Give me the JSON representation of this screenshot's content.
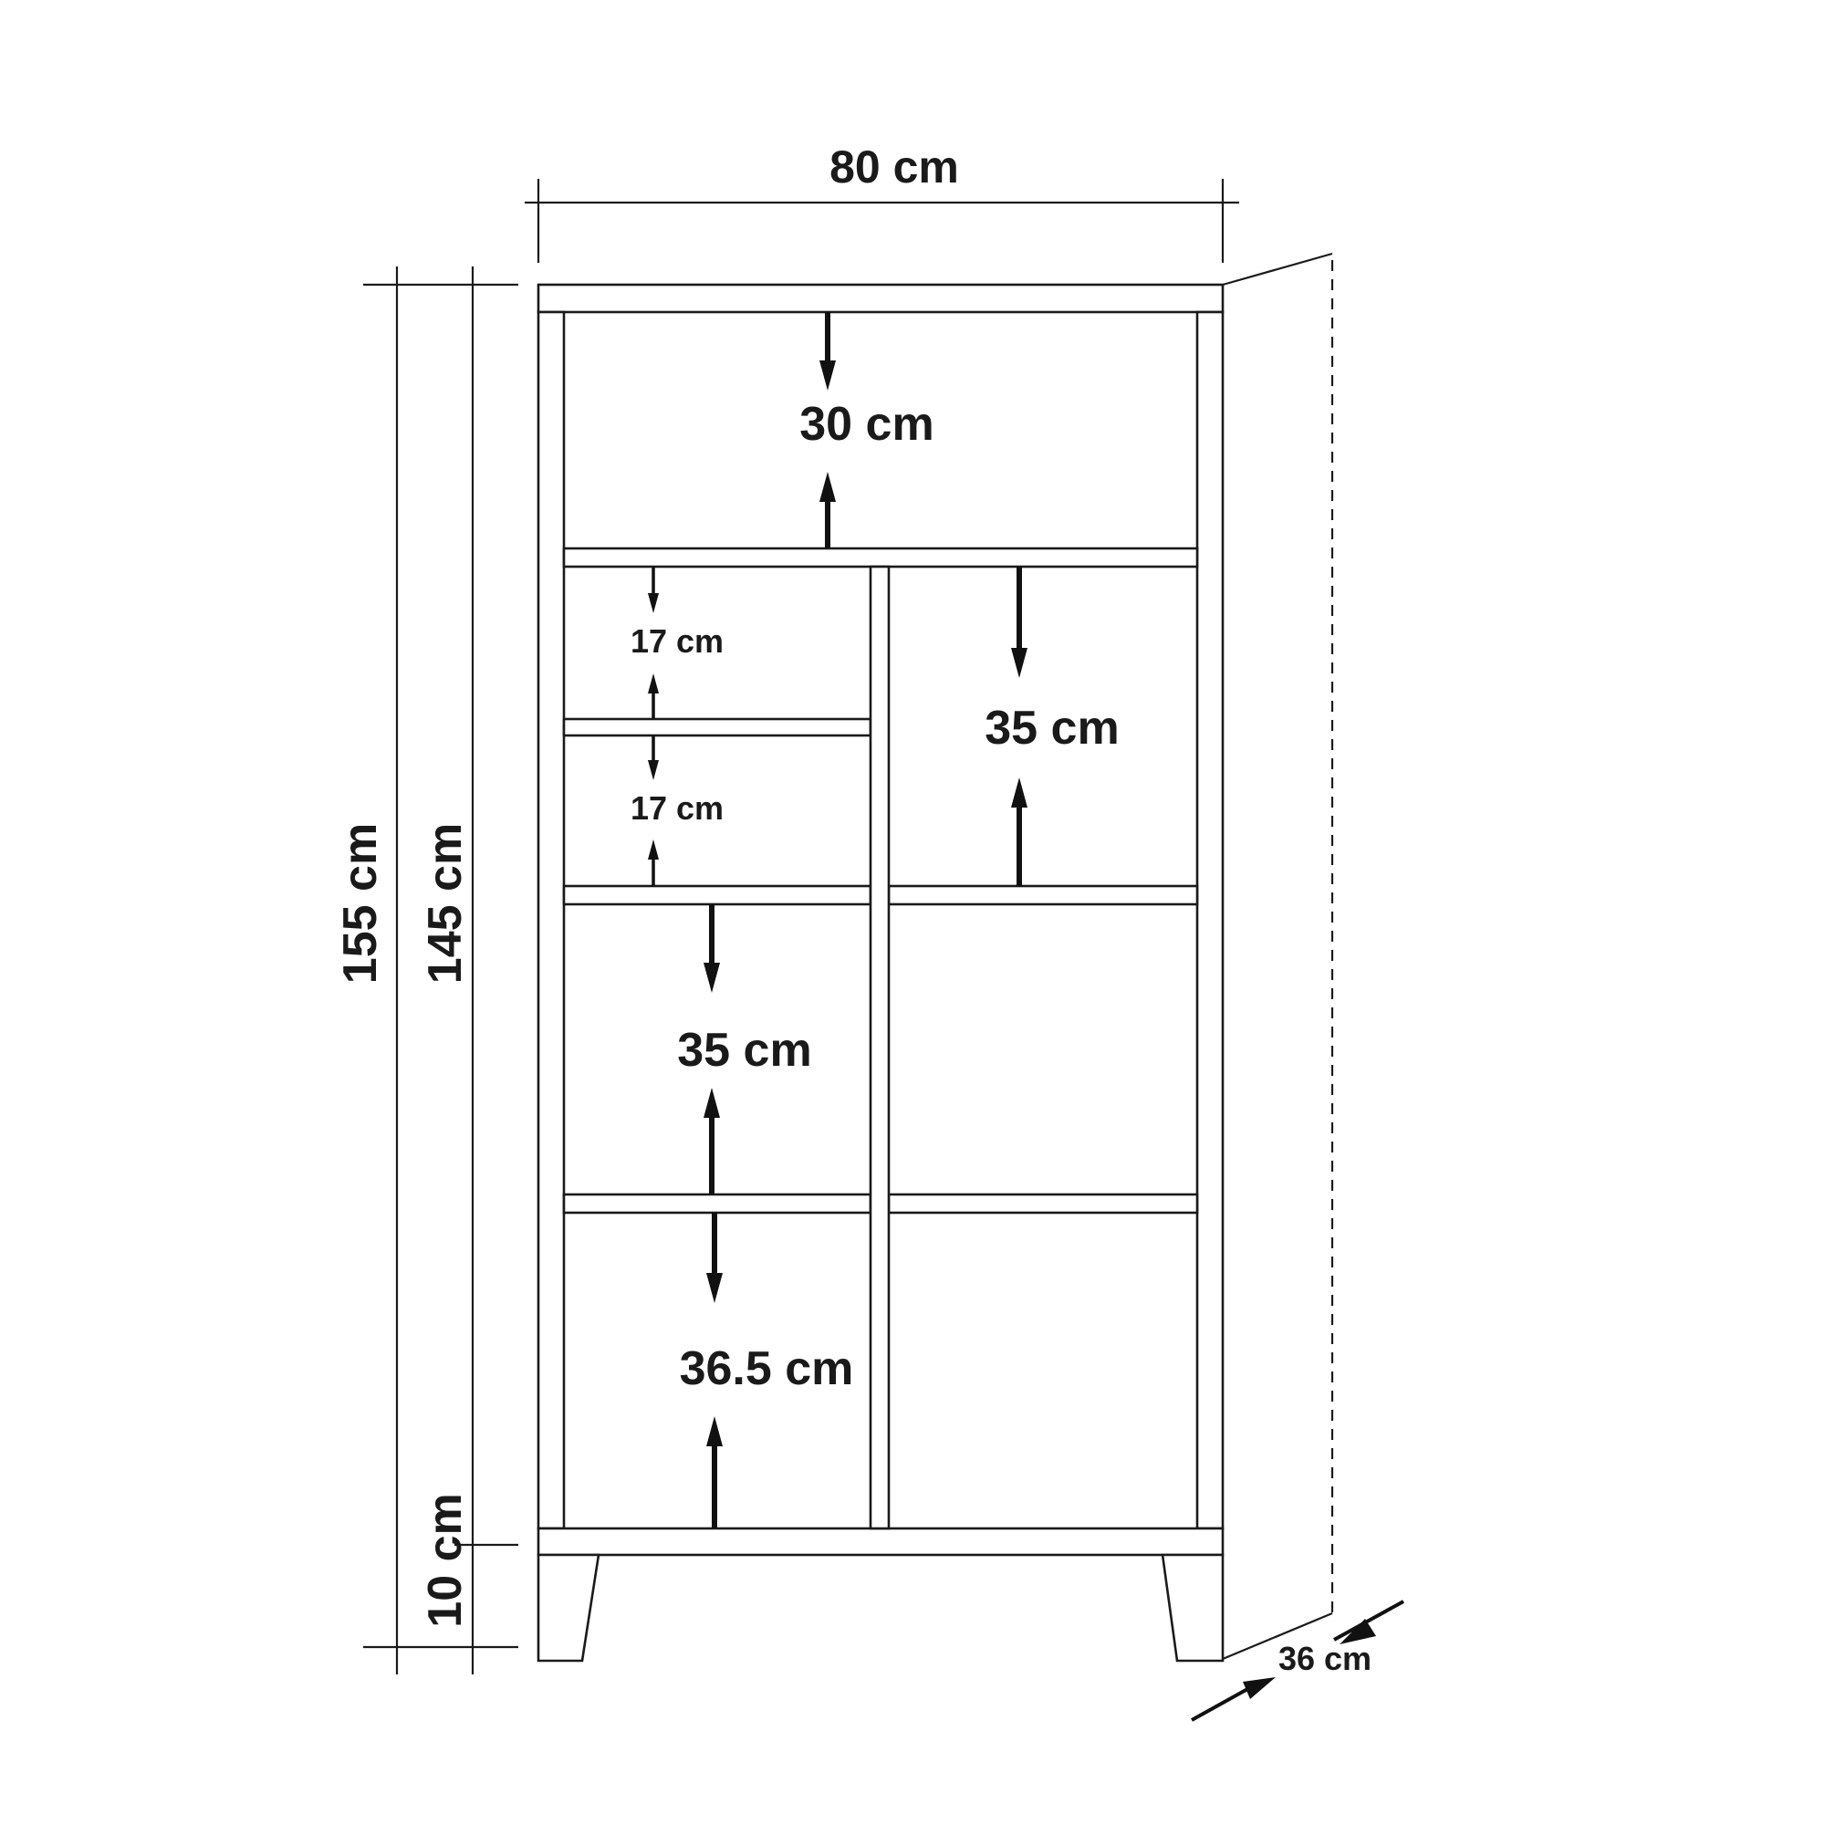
{
  "dimensions": {
    "width": "80 cm",
    "total_height": "155 cm",
    "body_height": "145 cm",
    "leg_height": "10 cm",
    "depth": "36 cm",
    "top_shelf": "30 cm",
    "small_upper": "17 cm",
    "small_lower": "17 cm",
    "right_middle": "35 cm",
    "left_middle": "35 cm",
    "bottom_left": "36.5 cm"
  }
}
